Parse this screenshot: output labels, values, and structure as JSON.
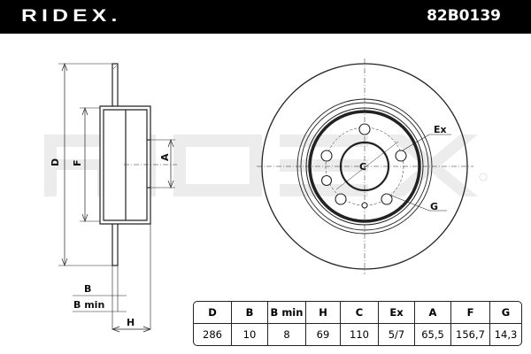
{
  "header": {
    "brand": "RIDEX.",
    "part_number": "82B0139"
  },
  "watermark": "RIDEX",
  "labels": {
    "D": "D",
    "F": "F",
    "A": "A",
    "B": "B",
    "B_min": "B min",
    "H": "H",
    "C": "C",
    "Ex": "Ex",
    "G": "G"
  },
  "spec_table": {
    "headers": [
      "D",
      "B",
      "B min",
      "H",
      "C",
      "Ex",
      "A",
      "F",
      "G"
    ],
    "values": [
      "286",
      "10",
      "8",
      "69",
      "110",
      "5/7",
      "65,5",
      "156,7",
      "14,3"
    ]
  }
}
